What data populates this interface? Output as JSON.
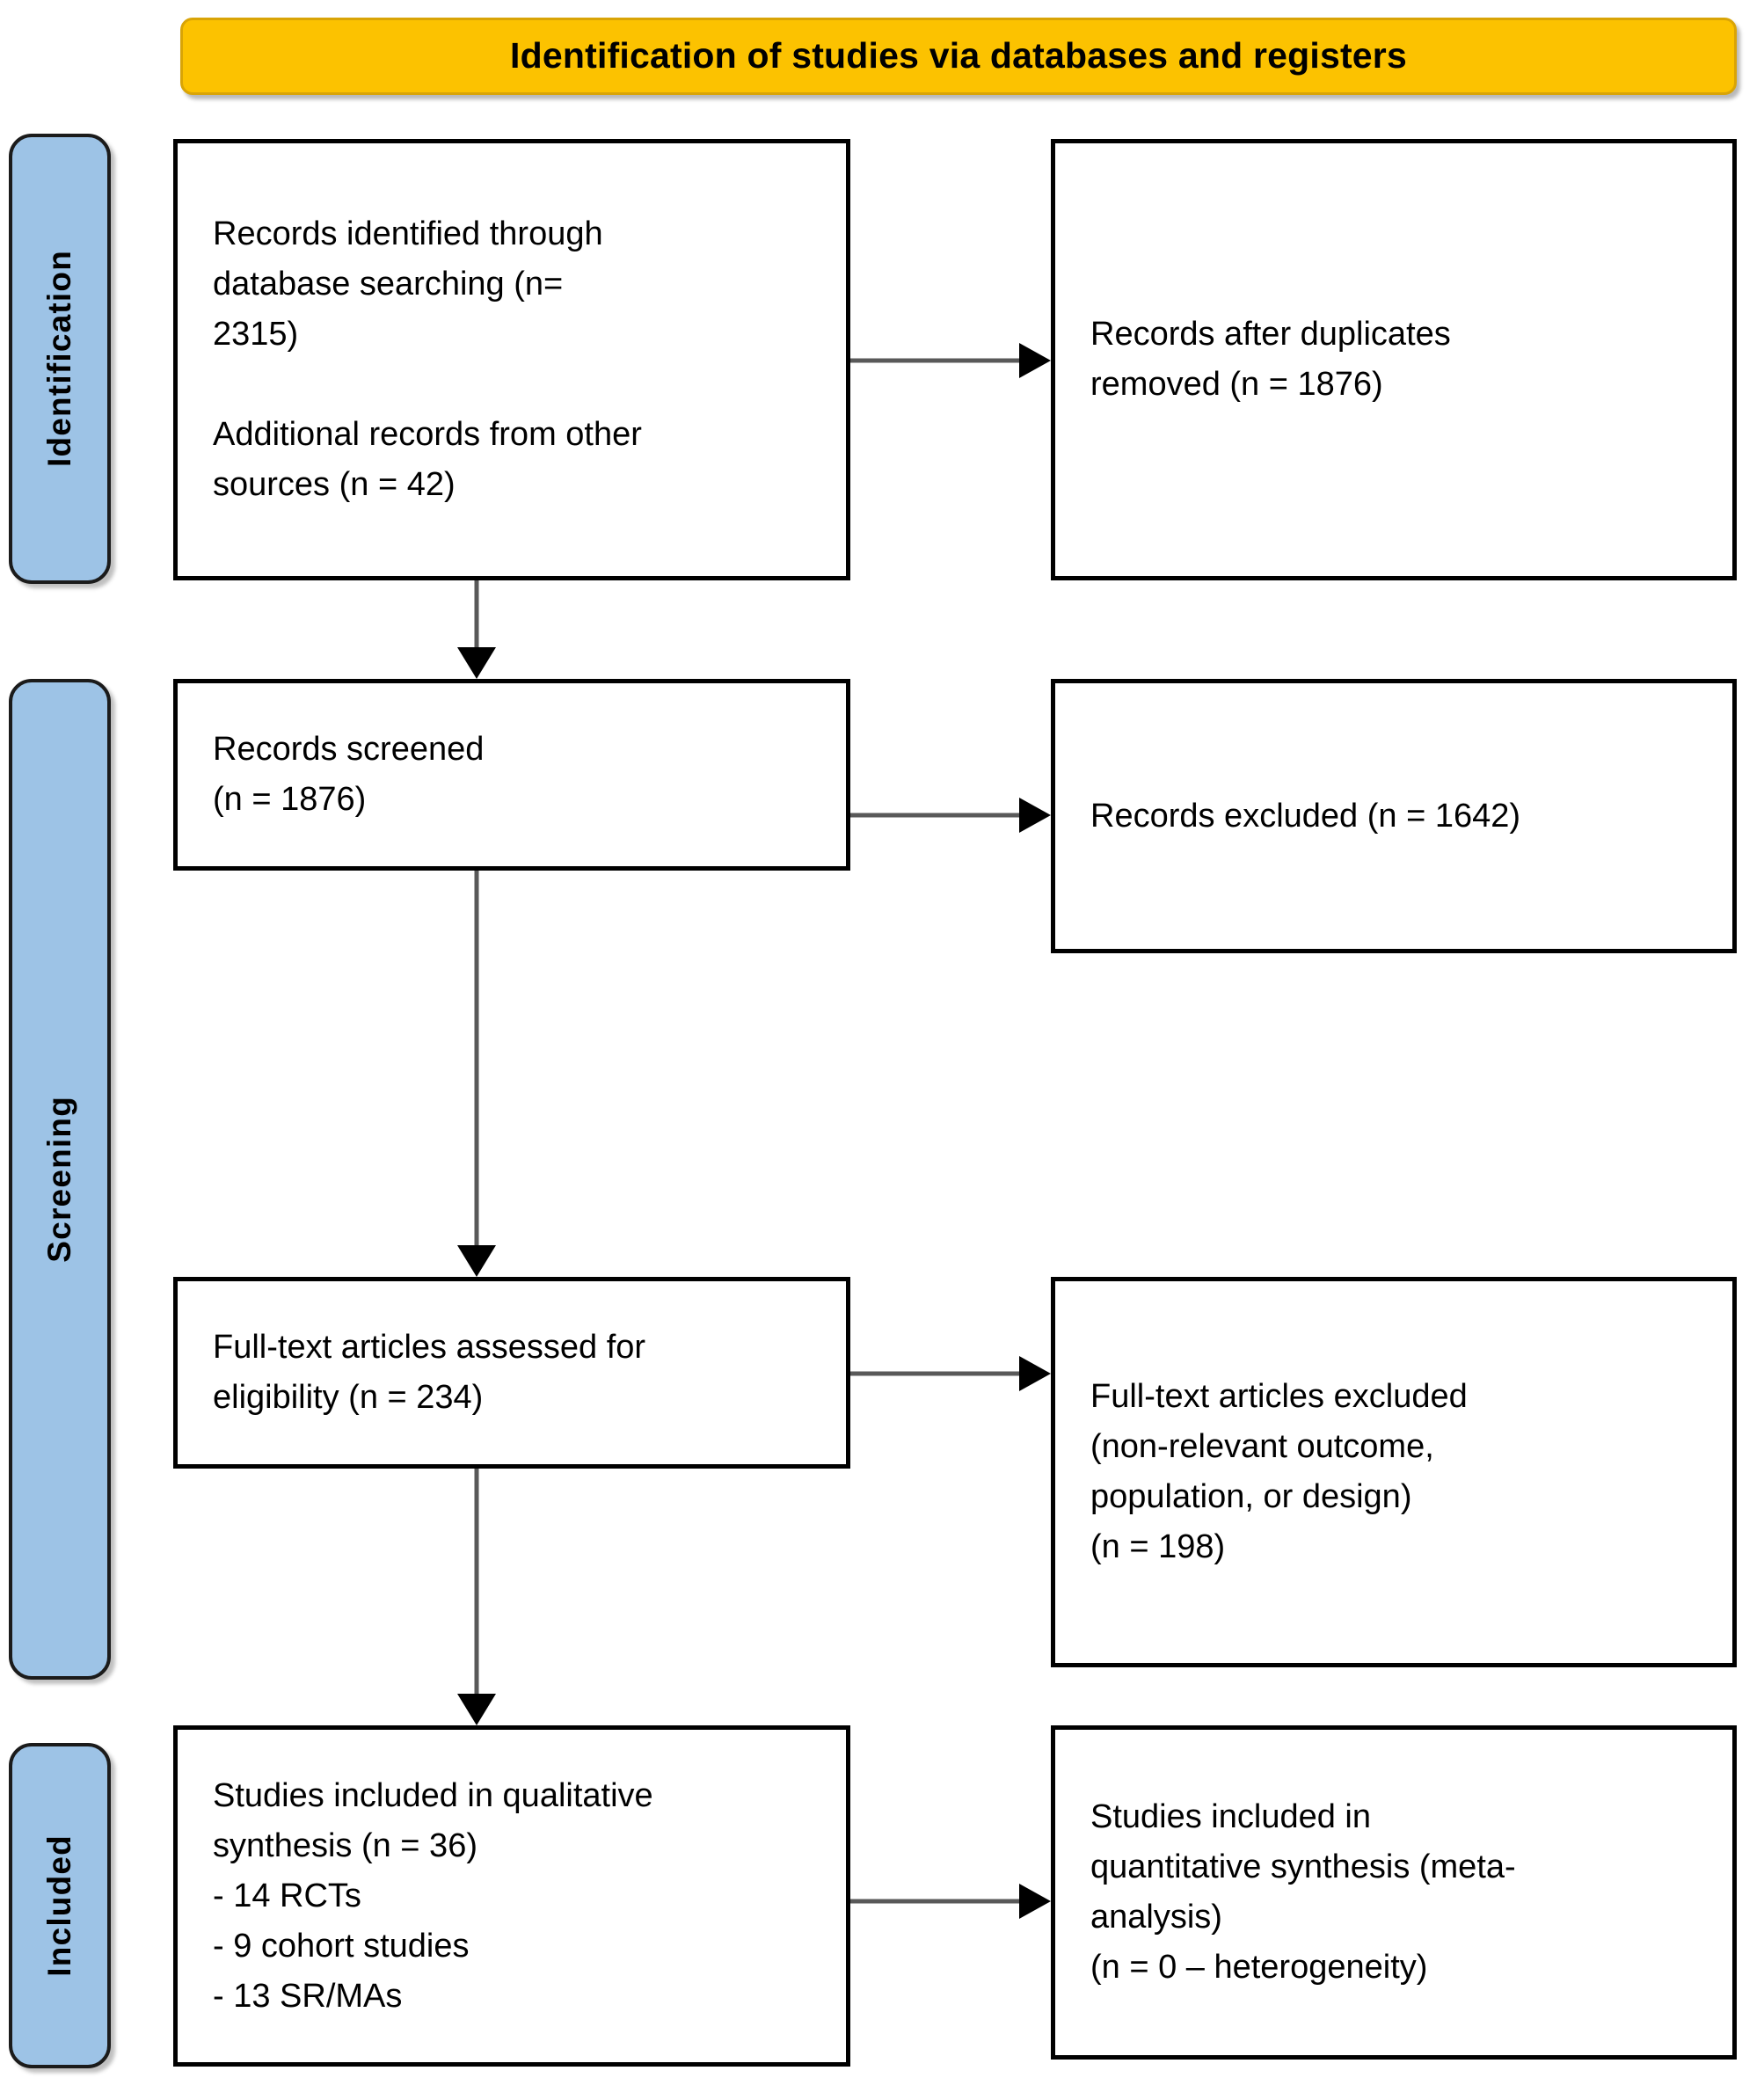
{
  "banner": {
    "title": "Identification of studies via databases and registers"
  },
  "stages": [
    {
      "id": "identification",
      "label": "Identification"
    },
    {
      "id": "screening",
      "label": "Screening"
    },
    {
      "id": "included",
      "label": "Included"
    }
  ],
  "boxes": {
    "identified": {
      "text": "Records identified through\ndatabase searching (n=\n2315)\n\nAdditional records from other\nsources (n = 42)"
    },
    "duplicates": {
      "text": "Records after duplicates\nremoved (n = 1876)"
    },
    "screened": {
      "text": "Records screened\n(n = 1876)"
    },
    "records_excluded": {
      "text": "Records excluded (n = 1642)"
    },
    "fulltext": {
      "text": "Full-text articles assessed for\neligibility (n = 234)"
    },
    "fulltext_excluded": {
      "text": "Full-text articles excluded\n(non-relevant outcome,\npopulation, or design)\n(n = 198)"
    },
    "qualitative": {
      "text": "Studies included in qualitative\nsynthesis (n = 36)\n- 14 RCTs\n- 9 cohort studies\n- 13 SR/MAs"
    },
    "quantitative": {
      "text": "Studies included in\nquantitative synthesis (meta-\nanalysis)\n(n = 0 – heterogeneity)"
    }
  },
  "counts": {
    "records_identified_database": 2315,
    "additional_records_other_sources": 42,
    "records_after_duplicates_removed": 1876,
    "records_screened": 1876,
    "records_excluded": 1642,
    "fulltext_assessed": 234,
    "fulltext_excluded": 198,
    "studies_qualitative": 36,
    "studies_qualitative_rcts": 14,
    "studies_qualitative_cohort": 9,
    "studies_qualitative_srmas": 13,
    "studies_quantitative": 0
  },
  "colors": {
    "banner_fill": "#FCC200",
    "banner_border": "#D9A406",
    "stage_fill": "#9DC3E6",
    "box_border": "#000000",
    "arrow_shaft": "#595959",
    "arrow_head": "#000000"
  }
}
